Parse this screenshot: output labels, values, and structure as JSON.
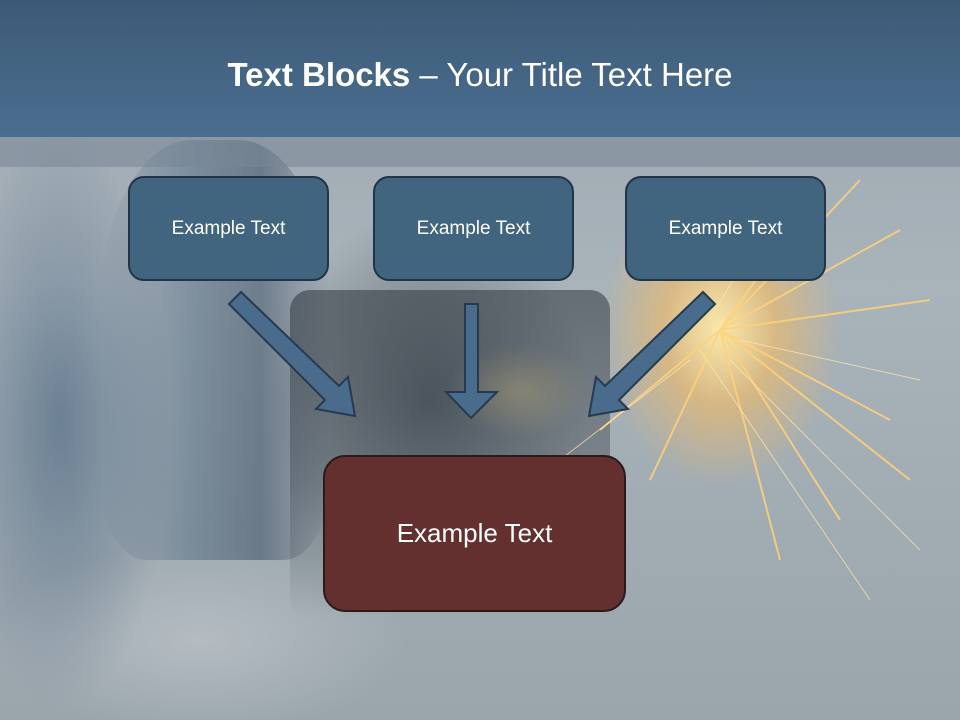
{
  "title": {
    "bold": "Text Blocks",
    "rest": " – Your Title Text Here"
  },
  "blocks": [
    {
      "label": "Example Text"
    },
    {
      "label": "Example Text"
    },
    {
      "label": "Example Text"
    }
  ],
  "result_block": {
    "label": "Example Text"
  },
  "colors": {
    "header": "#4b6e90",
    "block_fill": "#41647f",
    "result_fill": "#642f2f",
    "arrow_fill": "#4a6c8c"
  }
}
